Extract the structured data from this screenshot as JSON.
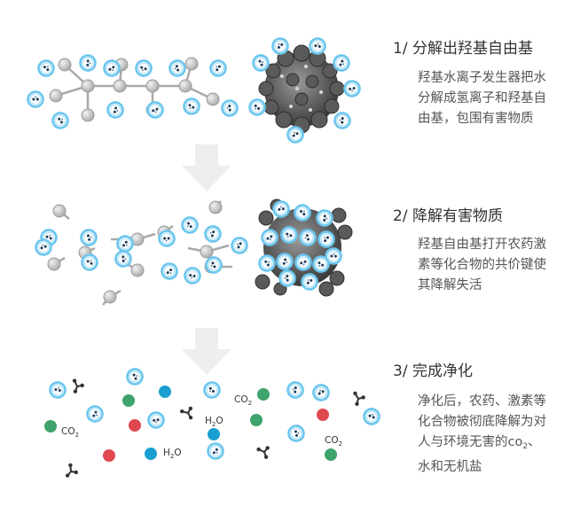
{
  "colors": {
    "blue_ring": "#6cc6ee",
    "blue_fill": "#d7f0fb",
    "gray_ball": "#c9c9c9",
    "bond": "#a9a9a9",
    "arrow": "#eeeeee",
    "red": "#e04850",
    "green": "#3fa36c",
    "teal": "#1b9fd0",
    "text_title": "#333333",
    "text_body": "#555555"
  },
  "steps": [
    {
      "number": "1/",
      "title": "分解出羟基自由基",
      "lines": [
        "羟基水离子发生器把水",
        "分解成氢离子和羟基自",
        "由基，包围有害物质"
      ]
    },
    {
      "number": "2/",
      "title": "降解有害物质",
      "lines": [
        "羟基自由基打开农药激",
        "素等化合物的共价键使",
        "其降解失活"
      ]
    },
    {
      "number": "3/",
      "title": "完成净化",
      "lines": [
        "净化后，农药、激素等",
        "化合物被彻底降解为对"
      ],
      "line3_pre": "人与环境无害的co",
      "line3_sub": "2",
      "line3_post": "、",
      "line4": "水和无机盐"
    }
  ],
  "labels": {
    "co2": "CO",
    "co2_sub": "2",
    "h2o_pre": "H",
    "h2o_sub": "2",
    "h2o_post": "O"
  }
}
